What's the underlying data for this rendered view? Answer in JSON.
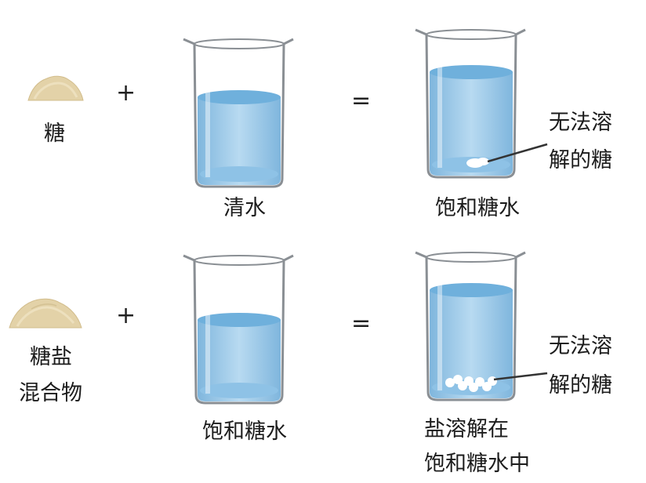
{
  "row1": {
    "solute_label": "糖",
    "plus": "+",
    "beaker1_label": "清水",
    "equals": "=",
    "beaker2_label": "饱和糖水",
    "callout_line1": "无法溶",
    "callout_line2": "解的糖"
  },
  "row2": {
    "solute_line1": "糖盐",
    "solute_line2": "混合物",
    "plus": "+",
    "beaker1_label": "饱和糖水",
    "equals": "=",
    "beaker2_line1": "盐溶解在",
    "beaker2_line2": "饱和糖水中",
    "callout_line1": "无法溶",
    "callout_line2": "解的糖"
  },
  "colors": {
    "water": "#8fc3e6",
    "water_surface": "#6fb0dc",
    "glass_edge": "#8a8f94",
    "powder": "#e3d2a8",
    "undissolved_sugar": "#ffffff"
  }
}
